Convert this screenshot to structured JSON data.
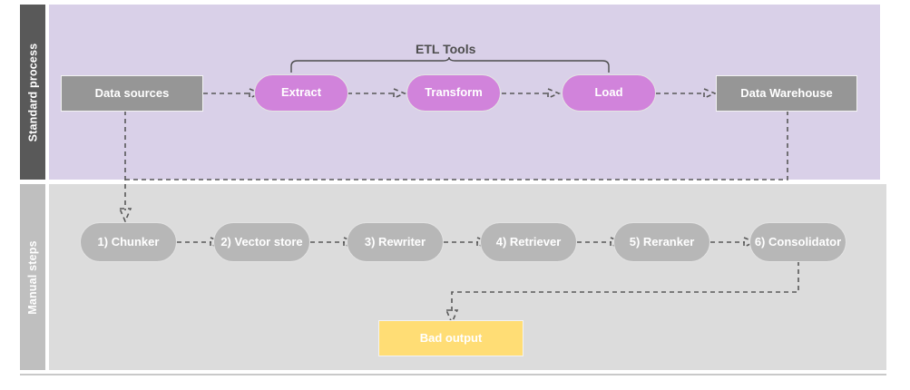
{
  "diagram": {
    "title_label": "ETL Tools",
    "colors": {
      "lane_top_band": "#D9D0E8",
      "lane_top_header": "#595959",
      "lane_bottom_band": "#DCDCDC",
      "lane_bottom_header": "#BFBFBF",
      "gray_node": "#969696",
      "pill_gray": "#B7B7B7",
      "pill_magenta": "#D183DB",
      "bad_output": "#FFDD75",
      "connector": "#595959",
      "page_background": "#FFFFFF"
    },
    "lanes": [
      {
        "id": "standard-process",
        "label": "Standard process"
      },
      {
        "id": "manual-steps",
        "label": "Manual steps"
      }
    ],
    "top_row": [
      {
        "id": "data-sources",
        "label": "Data sources",
        "shape": "rect",
        "fill": "gray"
      },
      {
        "id": "extract",
        "label": "Extract",
        "shape": "pill",
        "fill": "magenta"
      },
      {
        "id": "transform",
        "label": "Transform",
        "shape": "pill",
        "fill": "magenta"
      },
      {
        "id": "load",
        "label": "Load",
        "shape": "pill",
        "fill": "magenta"
      },
      {
        "id": "data-warehouse",
        "label": "Data Warehouse",
        "shape": "rect",
        "fill": "gray"
      }
    ],
    "bottom_row": [
      {
        "id": "chunker",
        "label": "1) Chunker",
        "shape": "pill",
        "fill": "gray"
      },
      {
        "id": "vector-store",
        "label": "2) Vector store",
        "shape": "pill",
        "fill": "gray"
      },
      {
        "id": "rewriter",
        "label": "3) Rewriter",
        "shape": "pill",
        "fill": "gray"
      },
      {
        "id": "retriever",
        "label": "4) Retriever",
        "shape": "pill",
        "fill": "gray"
      },
      {
        "id": "reranker",
        "label": "5) Reranker",
        "shape": "pill",
        "fill": "gray"
      },
      {
        "id": "consolidator",
        "label": "6) Consolidator",
        "shape": "pill",
        "fill": "gray"
      }
    ],
    "outcome": {
      "id": "bad-output",
      "label": "Bad output",
      "shape": "rect",
      "fill": "yellow"
    },
    "bracket": {
      "label": "ETL Tools",
      "spans": [
        "extract",
        "load"
      ]
    }
  }
}
